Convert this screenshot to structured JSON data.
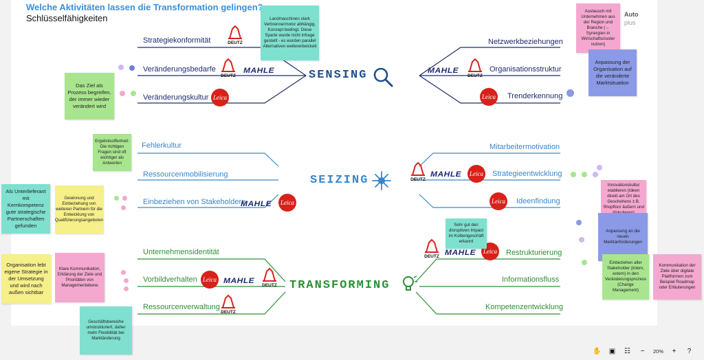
{
  "header": {
    "title": "Welche Aktivitäten lassen die Transformation gelingen?",
    "subtitle": "Schlüsselfähigkeiten",
    "corner_line1": "Auto",
    "corner_line2": "plus"
  },
  "central": {
    "sensing": "SENSING",
    "seizing": "SEIZING",
    "transforming": "TRANSFORMING"
  },
  "branches": {
    "strategiekonformitaet": "Strategiekonformität",
    "veraenderungsbedarfe": "Veränderungsbedarfe",
    "veraenderungskultur": "Veränderungskultur",
    "netzwerkbeziehungen": "Netzwerkbeziehungen",
    "organisationsstruktur": "Organisationsstruktur",
    "trenderkennung": "Trenderkennung",
    "fehlerkultur": "Fehlerkultur",
    "ressourcenmobilisierung": "Ressourcenmobilisierung",
    "stakeholder": "Einbeziehen von Stakeholdern",
    "mitarbeitermotivation": "Mitarbeitermotivation",
    "strategieentwicklung": "Strategieentwicklung",
    "ideenfindung": "Ideenfindung",
    "unternehmensidentitaet": "Unternehmensidentität",
    "vorbildverhalten": "Vorbildverhalten",
    "ressourcenverwaltung": "Ressourcenverwaltung",
    "restrukturierung": "Restrukturierung",
    "informationsfluss": "Informationsfluss",
    "kompetenzentwicklung": "Kompetenzentwicklung"
  },
  "logos": {
    "deutz": "DEUTZ",
    "mahle": "MAHLE",
    "leica": "Leica"
  },
  "notes": {
    "landmaschinen": "Landmaschinen stark Verbrennermotor abhängig. Konzept bedingt. Diese Sparte wurde nicht infrage gestellt - es wurden parallel Alternativen weiterentwickelt",
    "austausch": "Austausch mit Unternehmen aus der Region und Branche (→ Synergien in Wirtschaftscluster nutzen)",
    "ziel": "Das Ziel als Prozess begreifen, der immer wieder verändert wird",
    "anpassung_markt": "Anpassung der Organisation auf die veränderte Marktsituation",
    "ergebnisoffen": "Ergebnisoffenheit: Die richtigen Fragen sind oft wichtiger als Antworten",
    "unterlieferant": "Als Unterlieferant mit Kernkompetenz gute strategische Partnerschaften gefunden",
    "gewinnung": "Gewinnung und Einbeziehung von weiteren Partnern für die Entwicklung von Qualifizierungsangeboten",
    "innovationskultur": "Innovationskultur etablieren (Ideen direkt am Ort des Geschehens z.B. Shopfloor äußern und diskutieren)",
    "anpassung_neue": "Anpassung an die neuen Marktanforderungen",
    "sehr_gut": "Sehr gut den disruptiven Impact im Kolbengeschäft erkannt",
    "organisation_lebt": "Organisation lebt eigene Strategie in der Umsetzung und wird nach außen sichtbar",
    "klare_kommunikation": "Klare Kommunikation, Erklärung der Ziele und Prioritäten von Managementebene",
    "einbeziehen_stakeholder": "Einbeziehen aller Stakeholder (intern, extern) in den Veränderungsprozess (Change Management)",
    "kommunikation_ziele": "Kommunikation der Ziele über digitale Plattformen zum Beispiel Roadmap oder Erläuterungen",
    "geschaeftsbereiche": "Geschäftsbereiche umstrukturiert, daher mehr Flexibilität bei Marktänderung"
  },
  "colors": {
    "navy": "#1c2b6e",
    "sensing_blue": "#1f4f8f",
    "seizing_blue": "#3a86c8",
    "transforming_green": "#2e8f34",
    "note_teal": "#7fe0cf",
    "note_green": "#a9e58f",
    "note_pink": "#f4a8cf",
    "note_blue": "#8a9ae6",
    "note_yellow": "#f6ef8a"
  },
  "toolbar": {
    "zoom_level": "20%",
    "minus": "−",
    "plus": "+"
  }
}
